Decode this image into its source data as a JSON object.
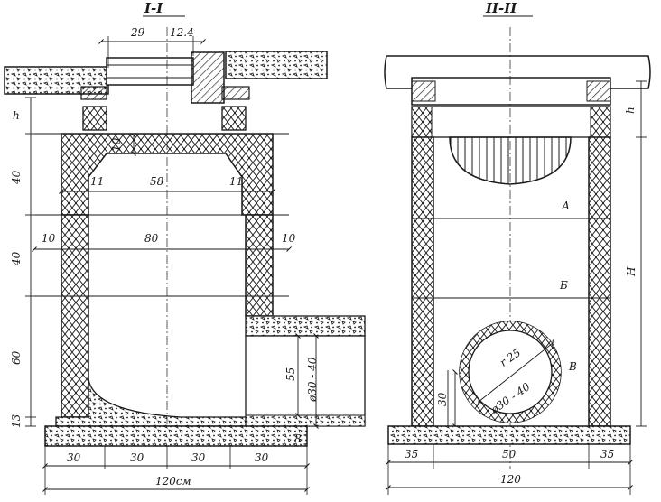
{
  "sections": [
    {
      "title": "I-I",
      "dimensions": {
        "top": [
          "29",
          "12.4"
        ],
        "opening_height": "10",
        "bevels": [
          "11",
          "58",
          "11"
        ],
        "wall_thickness": [
          "10",
          "80",
          "10"
        ],
        "vertical_left": [
          "h",
          "40",
          "40",
          "60",
          "13"
        ],
        "pipe_height": "55",
        "pipe_diameter": "ø30 - 40",
        "bottom_spans": [
          "30",
          "30",
          "30",
          "30"
        ],
        "overall_width": "120см",
        "slab": "8"
      }
    },
    {
      "title": "II-II",
      "dimensions": {
        "zones": [
          "А",
          "Б",
          "В"
        ],
        "vertical_right": [
          "h",
          "H"
        ],
        "radius": "r 25",
        "pipe_diameter": "ø30 - 40",
        "pipe_base": "30",
        "bottom_spans": [
          "35",
          "50",
          "35"
        ],
        "overall_width": "120"
      }
    }
  ]
}
